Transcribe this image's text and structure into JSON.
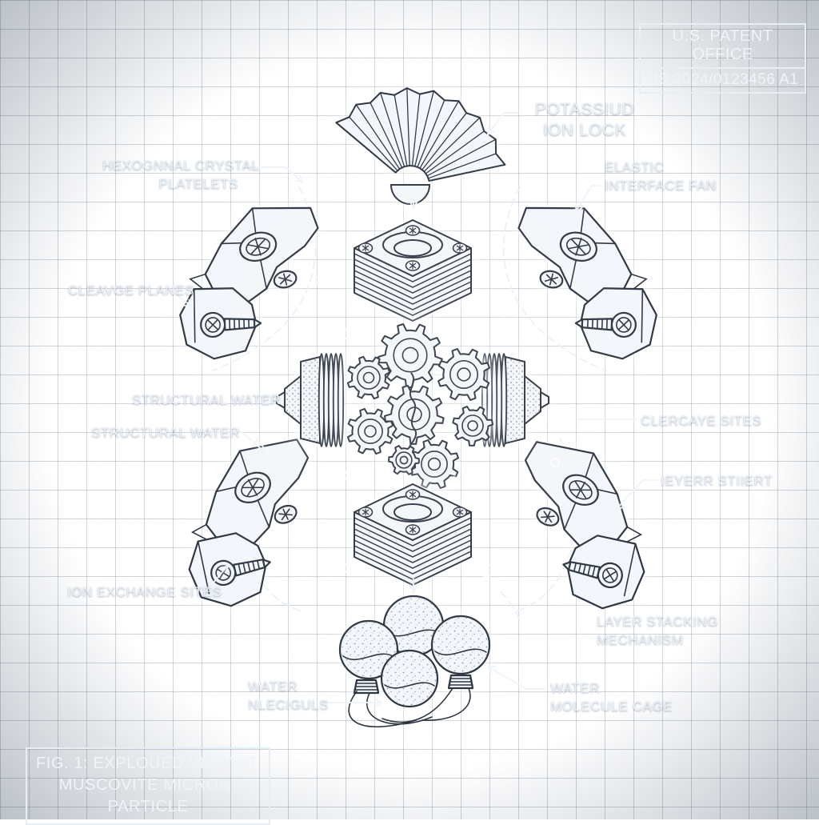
{
  "header": {
    "office": "U.S. PATENT OFFICE",
    "patent_number": "US 2024/0123456 A1"
  },
  "figure_caption": {
    "line1": "FIG. 1: EXPLOUED VIEW OF",
    "line2": "MUSCOVITE MICRON-PARTICLE"
  },
  "labels": {
    "potassium_ion_lock": {
      "line1": "POTASSIUD",
      "line2": "ION LOCK"
    },
    "hexagonal_crystal_platelets": {
      "line1": "HEXOGNNAL CRYSTAL",
      "line2": "PLATELETS"
    },
    "elastic_interface_fan": {
      "line1": "ELASTIC",
      "line2": "INTERFACE FAN"
    },
    "cleavage_planes": {
      "text": "CLEAVGE PLANES"
    },
    "structural_water_upper": {
      "text": "STRUCTURAL WATER"
    },
    "structural_water_lower": {
      "text": "STRUCTURAL WATER"
    },
    "cleavage_sites": {
      "text": "CLERCAYE SITES"
    },
    "inner_insert": {
      "text": "IEYERR STIIERT"
    },
    "ion_exchange_sites": {
      "text": "ION EXCHANGE SITES"
    },
    "layer_stacking_mechanism": {
      "line1": "LAYER STACKING",
      "line2": "MECHANISM"
    },
    "water_molecules": {
      "line1": "WATER",
      "line2": "NLECIGULS"
    },
    "water_molecule_cage": {
      "line1": "WATER",
      "line2": "MOLECULE CAGE"
    }
  },
  "colors": {
    "background": "#4677a8",
    "grid_line": "#3d6b99",
    "ink": "#2c3440",
    "paper": "#f3f6fa",
    "label_text": "#e9f0f7"
  }
}
